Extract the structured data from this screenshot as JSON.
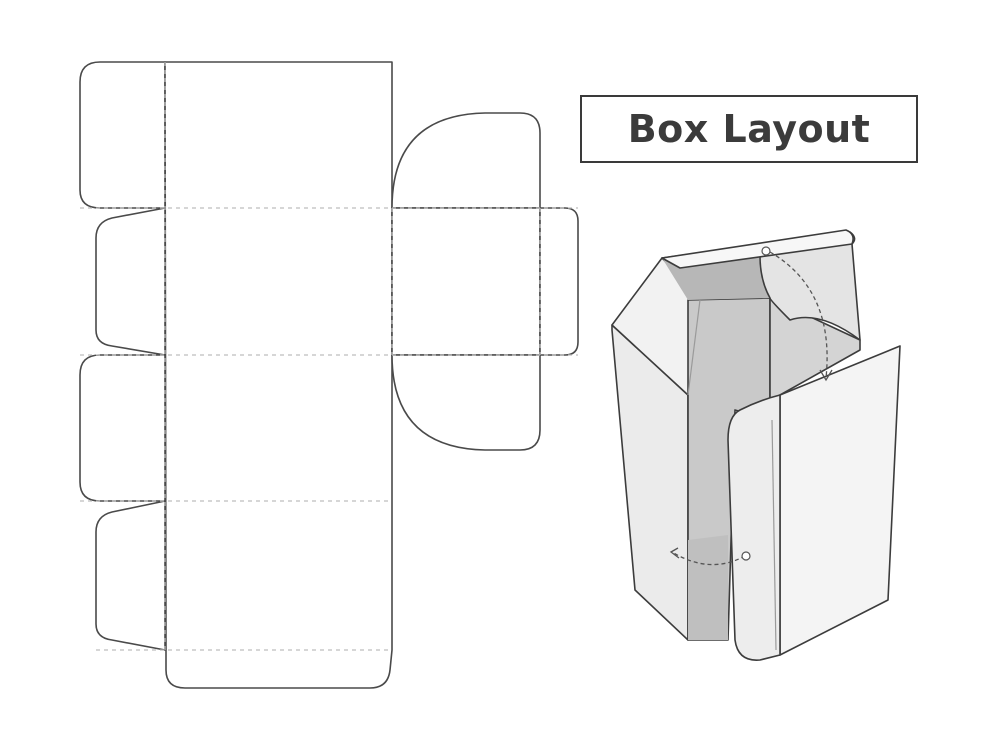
{
  "title": "Box Layout",
  "colors": {
    "line": "#4a4a4a",
    "fold_line": "#bdbdbd",
    "panel_light": "#f4f4f4",
    "panel_mid": "#d9d9d9",
    "panel_dark": "#bdbdbd",
    "title_text": "#3b3b3b"
  },
  "figures": {
    "dieline": "flat-box-dieline",
    "assembled": "assembled-box-illustration"
  }
}
